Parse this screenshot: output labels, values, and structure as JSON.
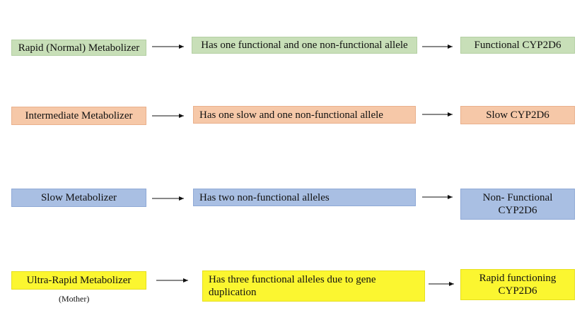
{
  "rows": [
    {
      "type": "Rapid (Normal) Metabolizer",
      "genotype": "Has one functional and one non-functional allele",
      "outcome": "Functional CYP2D6"
    },
    {
      "type": "Intermediate Metabolizer",
      "genotype": "Has one slow and one non-functional allele",
      "outcome": "Slow CYP2D6"
    },
    {
      "type": "Slow Metabolizer",
      "genotype": "Has two non-functional alleles",
      "outcome_line1": "Non- Functional",
      "outcome_line2": "CYP2D6"
    },
    {
      "type": "Ultra-Rapid Metabolizer",
      "note": "(Mother)",
      "genotype_line1": "Has three functional alleles due to gene",
      "genotype_line2": "duplication",
      "outcome_line1": "Rapid functioning",
      "outcome_line2": "CYP2D6"
    }
  ],
  "colors": {
    "rapid": "#c8dfb8",
    "intermediate": "#f6c8a8",
    "slow": "#a9bfe3",
    "ultra_rapid": "#fbf630"
  }
}
